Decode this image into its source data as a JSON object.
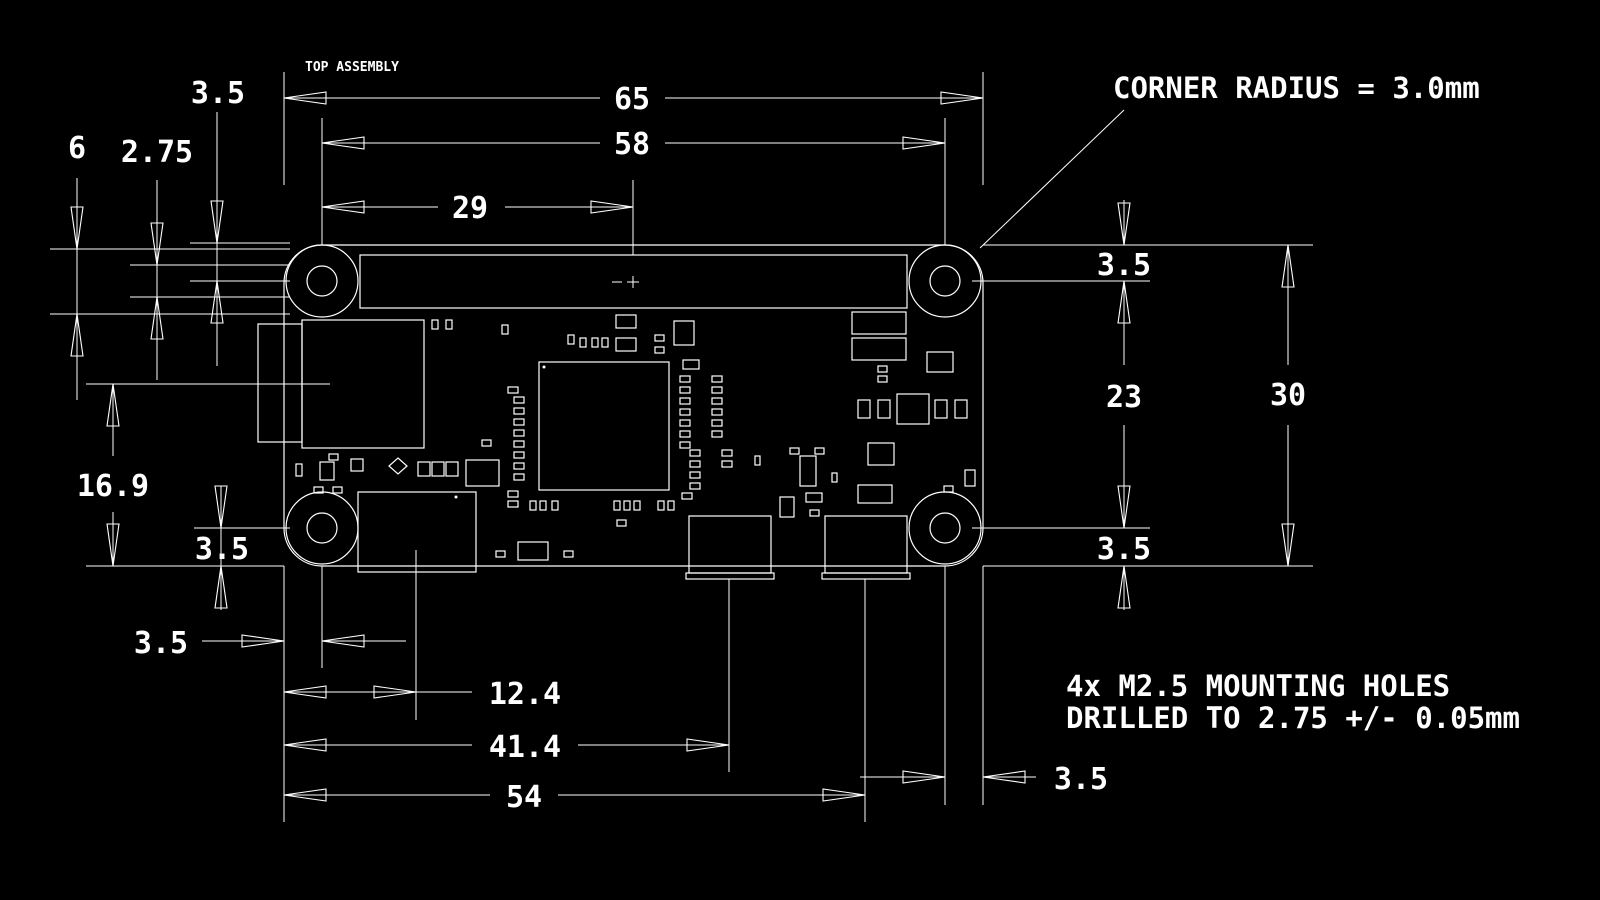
{
  "title": "TOP ASSEMBLY",
  "corner_note": "CORNER RADIUS = 3.0mm",
  "holes_note_line1": "4x M2.5 MOUNTING HOLES",
  "holes_note_line2": "DRILLED TO 2.75 +/- 0.05mm",
  "dims": {
    "overall_width": "65",
    "hole_spacing_x": "58",
    "header_center": "29",
    "hole_inset_top_left": "3.5",
    "header_offset": "6",
    "header_row": "2.75",
    "left_height": "16.9",
    "hole_inset_bottom_left": "3.5",
    "hole_inset_left": "3.5",
    "connector_1": "12.4",
    "connector_2": "41.4",
    "connector_3": "54",
    "hole_inset_right": "3.5",
    "hole_inset_top_right": "3.5",
    "hole_spacing_y": "23",
    "hole_inset_bottom_right": "3.5",
    "overall_height": "30"
  }
}
